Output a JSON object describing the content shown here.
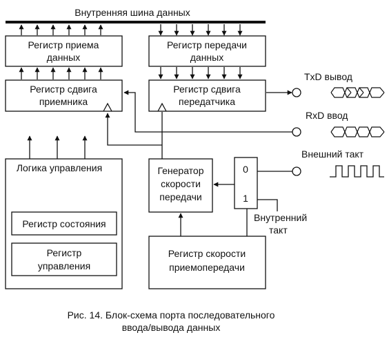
{
  "bus": {
    "label": "Внутренняя шина данных"
  },
  "blocks": {
    "rx_data_register": {
      "lines": [
        "Регистр приема",
        "данных"
      ]
    },
    "tx_data_register": {
      "lines": [
        "Регистр передачи",
        "данных"
      ]
    },
    "rx_shift_register": {
      "lines": [
        "Регистр сдвига",
        "приемника"
      ]
    },
    "tx_shift_register": {
      "lines": [
        "Регистр сдвига",
        "передатчика"
      ]
    },
    "control_logic": {
      "label": "Логика управления"
    },
    "status_register": {
      "label": "Регистр состояния"
    },
    "control_register": {
      "lines": [
        "Регистр",
        "управления"
      ]
    },
    "baud_generator": {
      "lines": [
        "Генератор",
        "скорости",
        "передачи"
      ]
    },
    "baud_rate_register": {
      "lines": [
        "Регистр скорости",
        "приемопередачи"
      ]
    },
    "clock_selector": {
      "input0": "0",
      "input1": "1"
    }
  },
  "signals": {
    "txd": "TxD вывод",
    "rxd": "RxD ввод",
    "external_clock": "Внешний такт",
    "internal_clock": [
      "Внутренний",
      "такт"
    ]
  },
  "caption": {
    "lines": [
      "Рис. 14. Блок-схема порта последовательного",
      "ввода/вывода данных"
    ]
  }
}
